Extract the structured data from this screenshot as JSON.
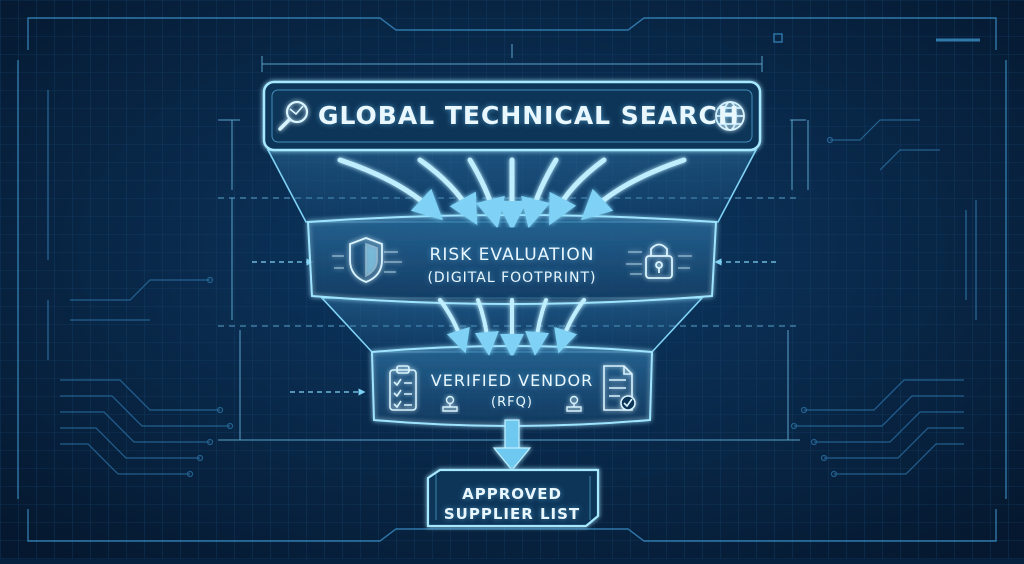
{
  "diagram": {
    "stage_1": {
      "label": "GLOBAL TECHNICAL SEARCH",
      "left_icon": "magnifier-icon",
      "right_icon": "globe-icon"
    },
    "stage_2": {
      "title": "RISK EVALUATION",
      "subtitle": "(DIGITAL FOOTPRINT)",
      "left_icon": "shield-icon",
      "right_icon": "padlock-icon"
    },
    "stage_3": {
      "title": "VERIFIED VENDOR",
      "subtitle": "(RFQ)",
      "left_icon": "checklist-clipboard-icon",
      "right_icon": "verified-document-icon",
      "stamp_icon": "stamp-icon"
    },
    "output": {
      "line_1": "APPROVED",
      "line_2": "SUPPLIER LIST"
    }
  },
  "colors": {
    "background": "#06203f",
    "grid": "#1d4f7c",
    "line": "#4fb8e8",
    "glow": "#9fe4ff",
    "text": "#e9f7ff"
  }
}
